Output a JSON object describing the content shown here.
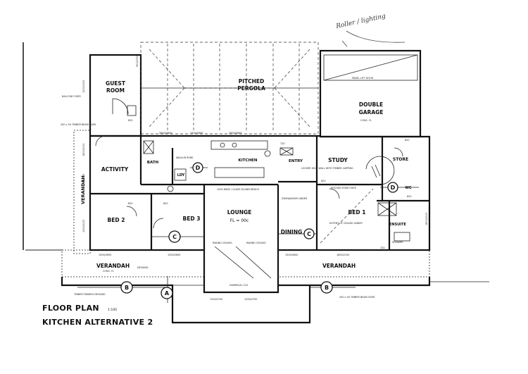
{
  "plan": {
    "title": "FLOOR PLAN",
    "title_scale": "1:100",
    "subtitle": "KITCHEN ALTERNATIVE 2",
    "handwritten_note": "Roller / lighting"
  },
  "rooms": [
    {
      "id": "guest",
      "lines": [
        "GUEST",
        "ROOM"
      ]
    },
    {
      "id": "pergola",
      "lines": [
        "PITCHED",
        "PERGOLA"
      ]
    },
    {
      "id": "garage",
      "lines": [
        "DOUBLE",
        "GARAGE"
      ]
    },
    {
      "id": "activity",
      "lines": [
        "ACTIVITY"
      ]
    },
    {
      "id": "bath",
      "lines": [
        "BATH"
      ]
    },
    {
      "id": "kitchen",
      "lines": [
        "KITCHEN"
      ]
    },
    {
      "id": "entry",
      "lines": [
        "ENTRY"
      ]
    },
    {
      "id": "study",
      "lines": [
        "STUDY"
      ]
    },
    {
      "id": "store",
      "lines": [
        "STORE"
      ]
    },
    {
      "id": "lounge",
      "lines": [
        "LOUNGE"
      ]
    },
    {
      "id": "lounge-fl",
      "lines": [
        "FL = 00c"
      ]
    },
    {
      "id": "dining",
      "lines": [
        "DINING"
      ]
    },
    {
      "id": "bed2",
      "lines": [
        "BED 2"
      ]
    },
    {
      "id": "bed3",
      "lines": [
        "BED 3"
      ]
    },
    {
      "id": "bed1",
      "lines": [
        "BED 1"
      ]
    },
    {
      "id": "ensuite",
      "lines": [
        "ENSUITE"
      ]
    },
    {
      "id": "verandah-left",
      "lines": [
        "VERANDAH"
      ]
    },
    {
      "id": "verandah-vert",
      "lines": [
        "VERANDAH"
      ]
    },
    {
      "id": "verandah-right",
      "lines": [
        "VERANDAH"
      ]
    },
    {
      "id": "wc",
      "lines": [
        "WC"
      ]
    },
    {
      "id": "ldy",
      "lines": [
        "LDY"
      ]
    }
  ],
  "markers": [
    {
      "id": "b-left",
      "label": "B"
    },
    {
      "id": "a-left",
      "label": "A"
    },
    {
      "id": "c-bed3",
      "label": "C"
    },
    {
      "id": "c-dining",
      "label": "C"
    },
    {
      "id": "d-bath",
      "label": "D"
    },
    {
      "id": "d-study",
      "label": "D"
    },
    {
      "id": "b-right",
      "label": "B"
    }
  ],
  "notes": [
    {
      "id": "n1",
      "text": "PANEL LIFT DOOR"
    },
    {
      "id": "n2",
      "text": "CONC. FL"
    },
    {
      "id": "n3",
      "text": "1200 WIDE / GLASS ISLAND BENCH"
    },
    {
      "id": "n4",
      "text": "DISHWASHER UNDER"
    },
    {
      "id": "n5",
      "text": "LOCKER HIGH WALL WITH TIMBER CAPPING"
    },
    {
      "id": "n6",
      "text": "PITCHED STAIR OVER"
    },
    {
      "id": "n7",
      "text": "EXTENT OF CEILING UNDER"
    },
    {
      "id": "n8",
      "text": "RAKING CEILING"
    },
    {
      "id": "n9",
      "text": "RAKING CEILING"
    },
    {
      "id": "n10",
      "text": "CONC. FL"
    },
    {
      "id": "n11",
      "text": "DECKING"
    },
    {
      "id": "n12",
      "text": "TIMBER FRAMED DECKING"
    },
    {
      "id": "n13",
      "text": "DUMMICAL COL"
    },
    {
      "id": "n14",
      "text": "200 x 50 TIMBER BEAM OVER"
    },
    {
      "id": "n15",
      "text": "200 x 50 TIMBER BEAM OVER"
    },
    {
      "id": "n16",
      "text": "BALCONY OVER"
    },
    {
      "id": "n17",
      "text": "WALK-IN ROBE"
    },
    {
      "id": "n18",
      "text": "SHOWER"
    }
  ],
  "dimensions": [
    "1500/2600",
    "1500/2600",
    "1500/2600",
    "1800/2100",
    "2000/2600",
    "1500/2600",
    "2000/2600",
    "1200/2700",
    "1200/2700",
    "900/2700",
    "1800/2100",
    "1200/1200",
    "1500/2100",
    "1200/1200",
    "1800/2100",
    "820",
    "820",
    "820",
    "820",
    "820",
    "820",
    "720",
    "720"
  ]
}
